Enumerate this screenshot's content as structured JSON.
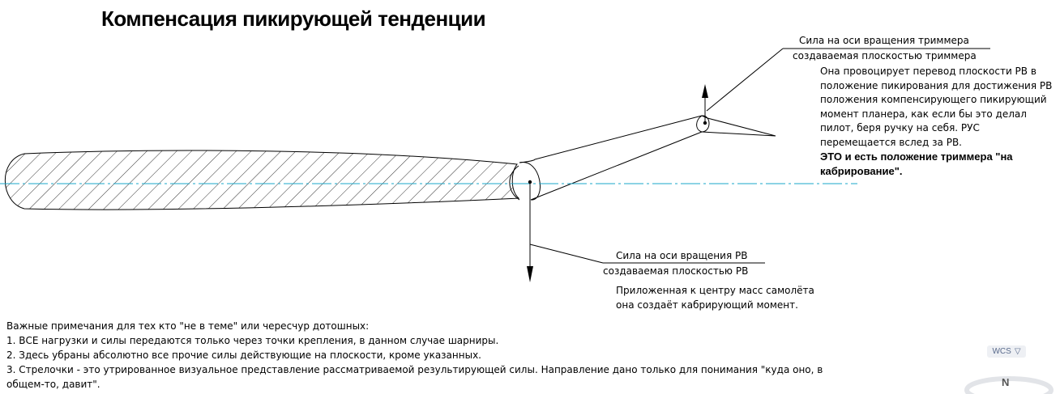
{
  "title": "Компенсация пикирующей тенденции",
  "trim_tab": {
    "force_label_1": "Сила на оси вращения триммера",
    "force_label_2": "создаваемая плоскостью триммера",
    "description": [
      "Она провоцирует перевод плоскости РВ в",
      "положение пикирования для достижения РВ",
      "положения компенсирующего пикирующий",
      "момент планера, как если бы это делал",
      "пилот, беря ручку на себя. РУС",
      "перемещается вслед за РВ."
    ],
    "emphasis": [
      "ЭТО и есть положение триммера \"на",
      "кабрирование\"."
    ]
  },
  "elevator": {
    "force_label_1": "Сила на оси вращения РВ",
    "force_label_2": "создаваемая плоскостью РВ",
    "description": [
      "Приложенная к центру масс самолёта",
      "она создаёт кабрирующий момент."
    ]
  },
  "notes": [
    "Важные примечания для тех кто \"не в теме\" или чересчур дотошных:",
    "1. ВСЕ нагрузки и силы передаются только через точки крепления, в данном случае шарниры.",
    "2. Здесь убраны абсолютно все прочие силы действующие на плоскости, кроме указанных.",
    "3. Стрелочки - это утрированное визуальное представление рассматриваемой результирующей силы. Направление дано только для понимания \"куда оно, в",
    "общем-то, давит\"."
  ],
  "viewcube": {
    "wcs_label": "WCS",
    "compass_label": "N"
  },
  "colors": {
    "axis_line": "#1aa7c9",
    "stroke": "#000000",
    "hatch": "#000000"
  }
}
